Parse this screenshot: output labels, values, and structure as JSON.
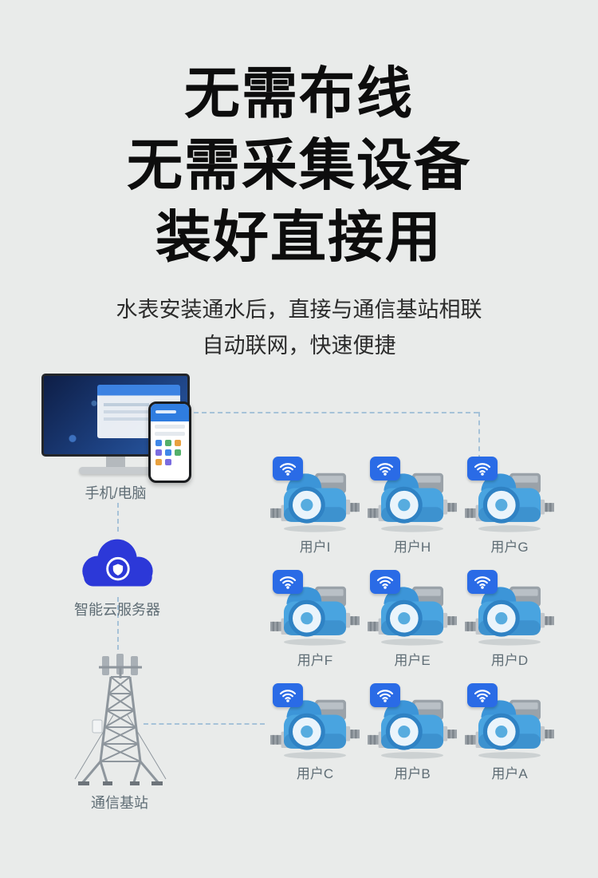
{
  "title": {
    "line1": "无需布线",
    "line2": "无需采集设备",
    "line3": "装好直接用"
  },
  "subtitle": {
    "line1": "水表安装通水后，直接与通信基站相联",
    "line2": "自动联网，快速便捷"
  },
  "nodes": {
    "devices_label": "手机/电脑",
    "cloud_label": "智能云服务器",
    "tower_label": "通信基站"
  },
  "meters": [
    {
      "label": "用户I"
    },
    {
      "label": "用户H"
    },
    {
      "label": "用户G"
    },
    {
      "label": "用户F"
    },
    {
      "label": "用户E"
    },
    {
      "label": "用户D"
    },
    {
      "label": "用户C"
    },
    {
      "label": "用户B"
    },
    {
      "label": "用户A"
    }
  ],
  "colors": {
    "background": "#e9ebea",
    "title_text": "#0d0d0d",
    "cloud_blue": "#2c38d8",
    "wifi_badge_blue": "#2a6be6",
    "meter_blue": "#49a4e0",
    "dashed_line": "#a6c2d8",
    "label_gray": "#5f6d75"
  }
}
